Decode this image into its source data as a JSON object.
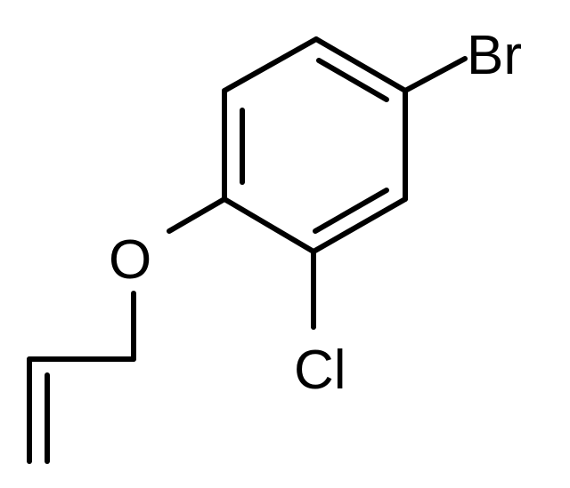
{
  "molecule": {
    "atoms": {
      "bromine": "Br",
      "oxygen": "O",
      "chlorine": "Cl"
    }
  },
  "colors": {
    "background": "#ffffff",
    "ink": "#000000"
  }
}
